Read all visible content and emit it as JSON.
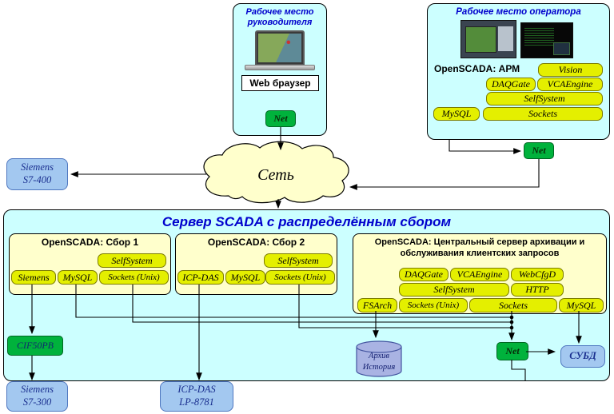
{
  "manager": {
    "title": "Рабочее место руководителя",
    "browser_label": "Web браузер",
    "net_label": "Net"
  },
  "operator": {
    "title": "Рабочее место оператора",
    "app_title": "OpenSCADA: АРМ",
    "modules": {
      "vision": "Vision",
      "daqgate": "DAQGate",
      "vcaengine": "VCAEngine",
      "selfsystem": "SelfSystem",
      "mysql": "MySQL",
      "sockets": "Sockets"
    },
    "net_label": "Net"
  },
  "cloud_label": "Сеть",
  "devices": {
    "s7_400": "Siemens\nS7-400",
    "s7_300": "Siemens\nS7-300",
    "lp_8781": "ICP-DAS\nLP-8781",
    "cif50pb": "CIF50PB",
    "subd": "СУБД"
  },
  "server": {
    "title": "Сервер SCADA с распределённым сбором",
    "net_label": "Net",
    "archive": "Архив\nИстория",
    "collector1": {
      "title": "OpenSCADA: Сбор 1",
      "selfsystem": "SelfSystem",
      "siemens": "Siemens",
      "mysql": "MySQL",
      "sockets_unix": "Sockets (Unix)"
    },
    "collector2": {
      "title": "OpenSCADA: Сбор 2",
      "selfsystem": "SelfSystem",
      "icpdas": "ICP-DAS",
      "mysql": "MySQL",
      "sockets_unix": "Sockets (Unix)"
    },
    "central": {
      "title": "OpenSCADA: Центральный сервер архивации и обслуживания клиентских запросов",
      "daqgate": "DAQGate",
      "vcaengine": "VCAEngine",
      "webcfgd": "WebCfgD",
      "selfsystem": "SelfSystem",
      "http": "HTTP",
      "fsarch": "FSArch",
      "sockets_unix": "Sockets (Unix)",
      "sockets": "Sockets",
      "mysql": "MySQL"
    }
  },
  "colors": {
    "container_bg": "#ccffff",
    "panel_bg": "#ffffcc",
    "module_bg": "#e4ef00",
    "module_border": "#7c7c00",
    "green_bg": "#00b23c",
    "green_border": "#006622",
    "device_bg": "#a3c8f0",
    "device_border": "#4f77c0",
    "device_text": "#1a2f8f",
    "title_blue": "#0000cd",
    "cylinder_bg": "#a9b3e3"
  }
}
